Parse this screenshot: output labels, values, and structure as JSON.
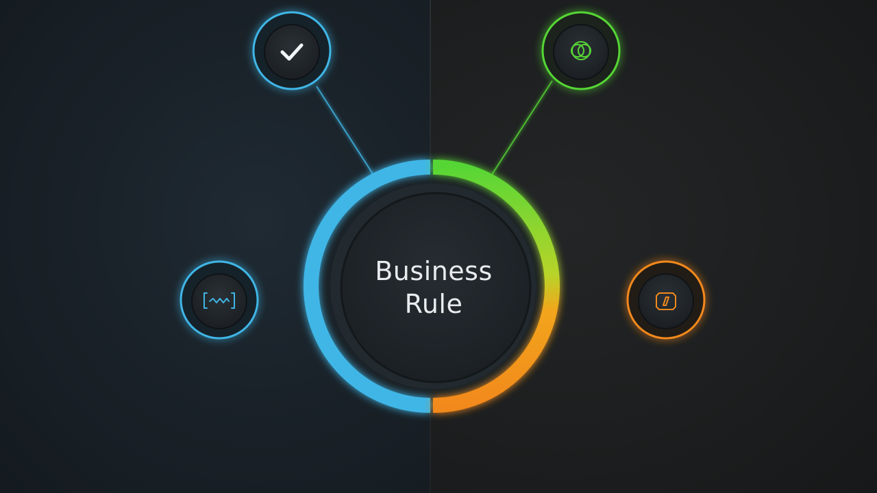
{
  "center": {
    "line1": "Business",
    "line2": "Rule"
  },
  "nodes": [
    {
      "id": "top-left",
      "icon": "check-icon",
      "color": "#3fb6e6"
    },
    {
      "id": "top-right",
      "icon": "overlapping-circles-icon",
      "color": "#57d636"
    },
    {
      "id": "mid-left",
      "icon": "code-brackets-icon",
      "color": "#3fb6e6"
    },
    {
      "id": "mid-right",
      "icon": "pen-tag-icon",
      "color": "#f2891c"
    }
  ],
  "colors": {
    "blue": "#3fb6e6",
    "green": "#57d636",
    "orange": "#f2891c"
  }
}
